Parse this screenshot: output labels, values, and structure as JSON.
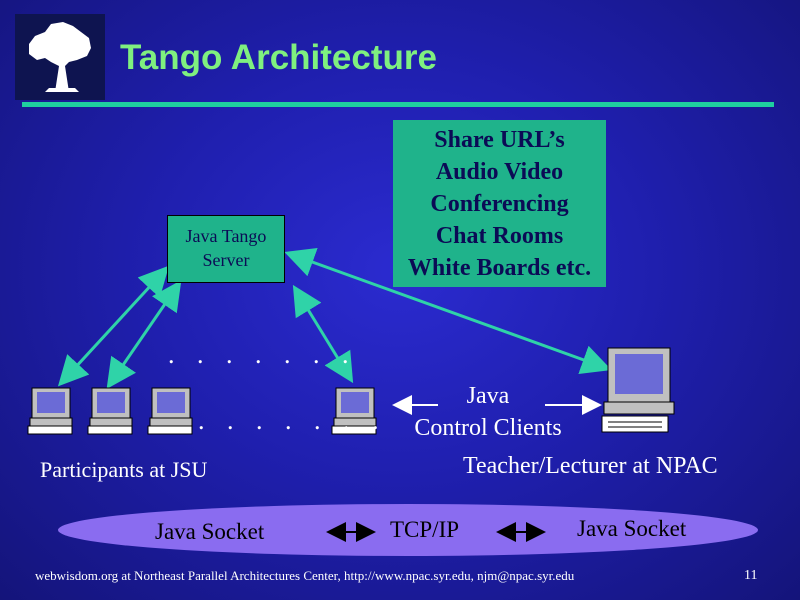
{
  "slide": {
    "title": "Tango Architecture",
    "server_box": [
      "Java Tango",
      "Server"
    ],
    "features": [
      "Share URL’s",
      "Audio Video",
      "Conferencing",
      "Chat Rooms",
      "White Boards etc."
    ],
    "dots_top": ". . . . . . .",
    "dots_bottom": ". . .   . . . .",
    "java_clients": [
      "Java",
      "Control Clients"
    ],
    "participants_label": "Participants at JSU",
    "teacher_label": "Teacher/Lecturer at NPAC",
    "protocol_bar": {
      "left": "Java Socket",
      "middle": "TCP/IP",
      "right": "Java Socket"
    },
    "footer": "webwisdom.org at Northeast Parallel Architectures Center, http://www.npac.syr.edu, njm@npac.syr.edu",
    "page_number": "11"
  },
  "colors": {
    "title": "#7ff07f",
    "box": "#1fb38b",
    "rule": "#1fcf9f",
    "arrow": "#2fd3a8",
    "ellipse": "#8a6cf0"
  }
}
